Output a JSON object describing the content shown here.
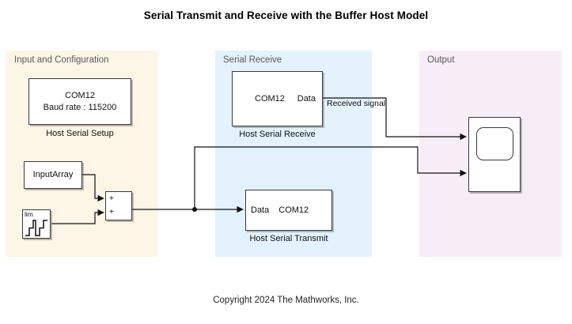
{
  "title": "Serial Transmit and Receive with the Buffer Host Model",
  "footer": "Copyright 2024 The Mathworks, Inc.",
  "regions": {
    "input": {
      "label": "Input and Configuration",
      "color": "#FDF5E6"
    },
    "receive": {
      "label": "Serial Receive",
      "color": "#E3F2FD"
    },
    "output": {
      "label": "Output",
      "color": "#F7EDF7"
    }
  },
  "blocks": {
    "host_serial_setup": {
      "line1": "COM12",
      "line2": "Baud rate : 115200",
      "caption": "Host Serial Setup"
    },
    "input_array": {
      "label": "InputArray"
    },
    "signal_generator": {
      "label": "lim"
    },
    "sum": {
      "sign1": "+",
      "sign2": "+"
    },
    "host_serial_receive": {
      "port_in": "COM12",
      "port_out": "Data",
      "caption": "Host Serial Receive"
    },
    "host_serial_transmit": {
      "port_in": "Data",
      "port_out": "COM12",
      "caption": "Host Serial Transmit"
    },
    "scope": {
      "caption": ""
    }
  },
  "signals": {
    "received": "Received signal"
  }
}
